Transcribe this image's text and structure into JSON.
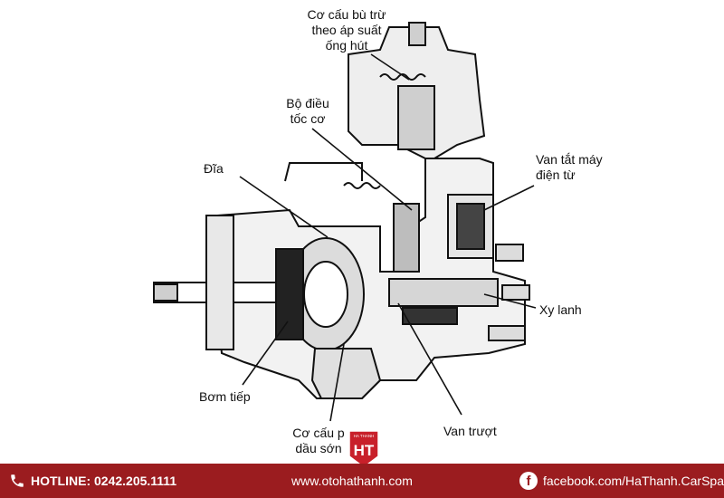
{
  "labels": {
    "top_compensator_line1": "Cơ cấu bù trừ",
    "top_compensator_line2": "theo áp suất",
    "top_compensator_line3": "ống hút",
    "governor_line1": "Bộ điều",
    "governor_line2": "tốc cơ",
    "disc": "Đĩa",
    "solenoid_line1": "Van tắt máy",
    "solenoid_line2": "điện từ",
    "cylinder": "Xy lanh",
    "feed_pump": "Bơm tiếp",
    "advance_line1": "Cơ cấu p",
    "advance_line2": "dầu sớn",
    "slide_valve": "Van trượt"
  },
  "logo": {
    "text": "HT",
    "small_text": "HA THANH"
  },
  "footer": {
    "hotline": "HOTLINE: 0242.205.1111",
    "website": "www.otohathanh.com",
    "facebook": "facebook.com/HaThanh.CarSpa"
  },
  "colors": {
    "footer_bg": "#9b1c1f",
    "logo_red": "#c8202a"
  }
}
